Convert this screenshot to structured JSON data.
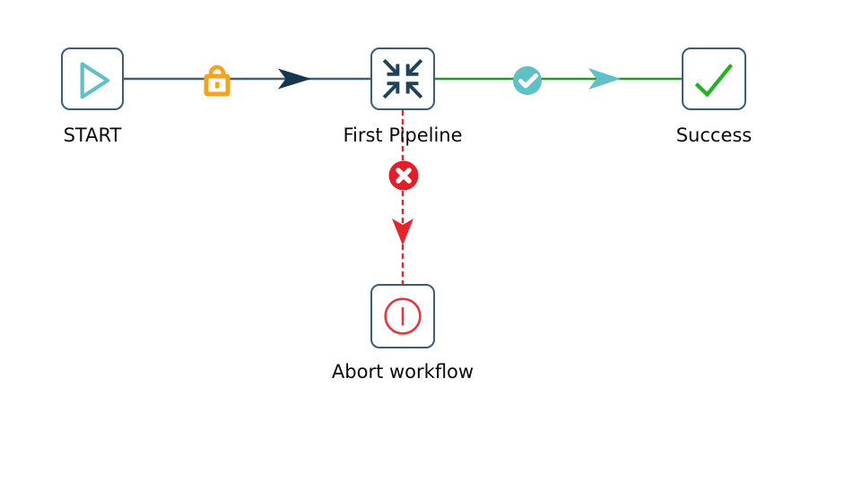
{
  "diagram": {
    "type": "workflow",
    "nodes": [
      {
        "id": "start",
        "label": "START",
        "icon": "play-icon"
      },
      {
        "id": "first-pipeline",
        "label": "First Pipeline",
        "icon": "compress-arrows-icon"
      },
      {
        "id": "success",
        "label": "Success",
        "icon": "check-icon"
      },
      {
        "id": "abort-workflow",
        "label": "Abort workflow",
        "icon": "power-off-icon"
      }
    ],
    "edges": [
      {
        "from": "START",
        "to": "First Pipeline",
        "style": "solid",
        "badge": "lock-icon"
      },
      {
        "from": "First Pipeline",
        "to": "Success",
        "style": "solid",
        "badge": "success-check-badge"
      },
      {
        "from": "First Pipeline",
        "to": "Abort workflow",
        "style": "dashed",
        "badge": "error-x-badge"
      }
    ],
    "colors": {
      "canvas_bg": "#ffffff",
      "node_border": "#3a5d7c",
      "edge_default": "#3a5f7f",
      "edge_default_arrow": "#16374f",
      "edge_success": "#12a712",
      "edge_success_arrow": "#5fc0c6",
      "edge_error": "#e8232a",
      "badge_success_bg": "#5fc0c6",
      "badge_error_bg": "#e51d28",
      "badge_glyph": "#ffffff",
      "lock": "#f7a21b",
      "play_icon": "#5ec1c8",
      "pipeline_icon": "#1e4258",
      "check_icon": "#1cb71c",
      "abort_icon": "#e8343a",
      "label_text": "#0a0a0a"
    }
  }
}
